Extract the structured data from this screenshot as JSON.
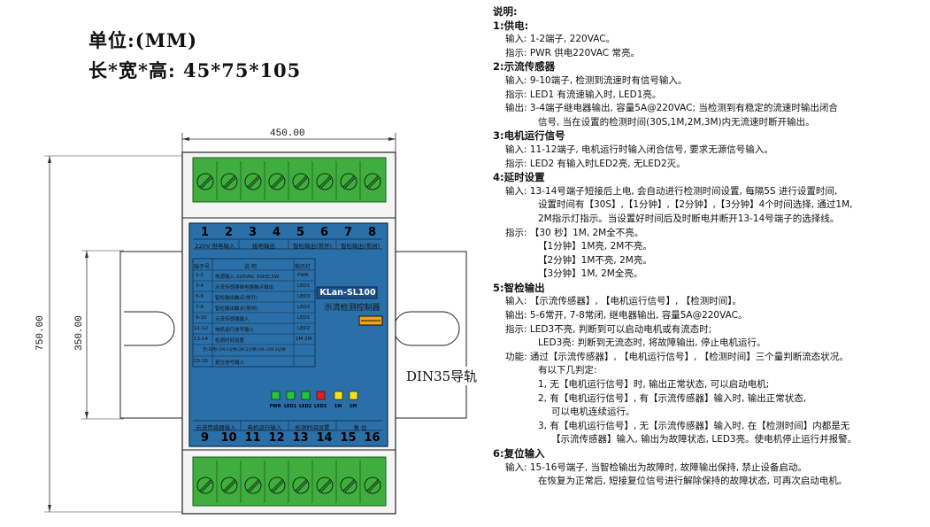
{
  "header": {
    "unit_line": "单位:(MM)",
    "size_line": "长*宽*高: 45*75*105"
  },
  "dimensions": {
    "width_label": "450.00",
    "height_outer_label": "750.00",
    "height_inner_label": "350.00"
  },
  "rail_label": "DIN35导轨",
  "device": {
    "colors": {
      "panel": "#2b6fa8",
      "panel_text": "#111111",
      "terminal": "#3fae3f",
      "body": "#f2f2f2"
    },
    "top_pins": [
      "1",
      "2",
      "3",
      "4",
      "5",
      "6",
      "7",
      "8"
    ],
    "bottom_pins": [
      "9",
      "10",
      "11",
      "12",
      "13",
      "14",
      "15",
      "16"
    ],
    "top_groups": [
      "220V 供电输入",
      "接地输出",
      "智检输出(常开)",
      "智检输出(常闭)"
    ],
    "bottom_groups": [
      "示流传感器输入",
      "电机运行输入",
      "检测时间设置",
      "复 位"
    ],
    "model": "KLan-SL100",
    "product_name": "示流检测控制器",
    "table_header": [
      "端子号",
      "说 明",
      "指示灯"
    ],
    "table_rows": [
      [
        "1-2",
        "电源输入 220VAC 50HZ,5W",
        "PWR"
      ],
      [
        "3-4",
        "示流传感器继电器触点输出",
        "LED1"
      ],
      [
        "5-6",
        "智检输出触点(常开)",
        "LED3"
      ],
      [
        "7-8",
        "智检输出触点(常闭)",
        "LED3"
      ],
      [
        "9-10",
        "示流传感器输入",
        "LED1"
      ],
      [
        "11-12",
        "电机运行信号输入",
        "LED2"
      ],
      [
        "13-14",
        "检测时间设置",
        "1M 2M"
      ],
      [
        "",
        "无:30秒;1M:1分钟;2M:2分钟;1M+2M:3分钟",
        ""
      ],
      [
        "15-16",
        "复位信号输入",
        ""
      ]
    ],
    "leds": [
      {
        "label": "PWR",
        "color": "#27c43a"
      },
      {
        "label": "LED1",
        "color": "#27c43a"
      },
      {
        "label": "LED2",
        "color": "#27c43a"
      },
      {
        "label": "LED3",
        "color": "#e02020"
      },
      {
        "label": "1M",
        "color": "#f2e21c"
      },
      {
        "label": "2M",
        "color": "#f2e21c"
      }
    ]
  },
  "description": {
    "title": "说明:",
    "sections": [
      {
        "heading": "1:供电:",
        "lines": [
          {
            "indent": 1,
            "text": "输入: 1-2端子, 220VAC。"
          },
          {
            "indent": 1,
            "text": "指示: PWR 供电220VAC 常亮。"
          }
        ]
      },
      {
        "heading": "2:示流传感器",
        "lines": [
          {
            "indent": 1,
            "text": "输入: 9-10端子, 检测到流速时有信号输入。"
          },
          {
            "indent": 1,
            "text": "指示: LED1 有流速输入时, LED1亮。"
          },
          {
            "indent": 1,
            "text": "输出: 3-4端子继电器输出, 容量5A@220VAC; 当检测到有稳定的流速时输出闭合"
          },
          {
            "indent": 2,
            "text": "信号, 当在设置的检测时间(30S,1M,2M,3M)内无流速时断开输出。"
          }
        ]
      },
      {
        "heading": "3:电机运行信号",
        "lines": [
          {
            "indent": 1,
            "text": "输入: 11-12端子, 电机运行时输入闭合信号, 要求无源信号输入。"
          },
          {
            "indent": 1,
            "text": "指示: LED2 有输入时LED2亮, 无LED2灭。"
          }
        ]
      },
      {
        "heading": "4:延时设置",
        "lines": [
          {
            "indent": 1,
            "text": "输入: 13-14号端子短接后上电, 会自动进行检测时间设置, 每隔5S 进行设置时间,"
          },
          {
            "indent": 2,
            "text": "设置时间有【30S】,【1分钟】,【2分钟】,【3分钟】4个时间选择, 通过1M,"
          },
          {
            "indent": 2,
            "text": "2M指示灯指示。当设置好时间后及时断电并断开13-14号端子的选择线。"
          },
          {
            "indent": 1,
            "text": "指示: 【30 秒】1M, 2M全不亮。"
          },
          {
            "indent": 2,
            "text": "【1分钟】1M亮, 2M不亮。"
          },
          {
            "indent": 2,
            "text": "【2分钟】1M不亮, 2M亮。"
          },
          {
            "indent": 2,
            "text": "【3分钟】1M, 2M全亮。"
          }
        ]
      },
      {
        "heading": "5:智检输出",
        "lines": [
          {
            "indent": 1,
            "text": "输入: 【示流传感器】, 【电机运行信号】, 【检测时间】。"
          },
          {
            "indent": 1,
            "text": "输出: 5-6常开, 7-8常闭, 继电器输出, 容量5A@220VAC。"
          },
          {
            "indent": 1,
            "text": "指示: LED3不亮, 判断到可以启动电机或有流态时;"
          },
          {
            "indent": 2,
            "text": "LED3亮: 判断到无流态时, 将故障输出, 停止电机运行。"
          },
          {
            "indent": 1,
            "text": "功能: 通过【示流传感器】, 【电机运行信号】, 【检测时间】三个量判断流态状况。"
          },
          {
            "indent": 2,
            "text": "有以下几判定:"
          },
          {
            "indent": 2,
            "text": "1, 无【电机运行信号】时, 输出正常状态, 可以启动电机;"
          },
          {
            "indent": 2,
            "text": "2, 有【电机运行信号】, 有【示流传感器】输入时, 输出正常状态,"
          },
          {
            "indent": 3,
            "text": "可以电机连续运行。"
          },
          {
            "indent": 2,
            "text": "3, 有【电机运行信号】, 无【示流传感器】输入时, 在【检测时间】内都是无"
          },
          {
            "indent": 3,
            "text": "【示流传感器】输入, 输出为故障状态, LED3亮。使电机停止运行并报警。"
          }
        ]
      },
      {
        "heading": "6:复位输入",
        "lines": [
          {
            "indent": 1,
            "text": "输入: 15-16号端子, 当智检输出为故障时, 故障输出保持, 禁止设备启动。"
          },
          {
            "indent": 2,
            "text": "在恢复为正常后, 短接复位信号进行解除保持的故障状态, 可再次启动电机。"
          }
        ]
      }
    ]
  }
}
